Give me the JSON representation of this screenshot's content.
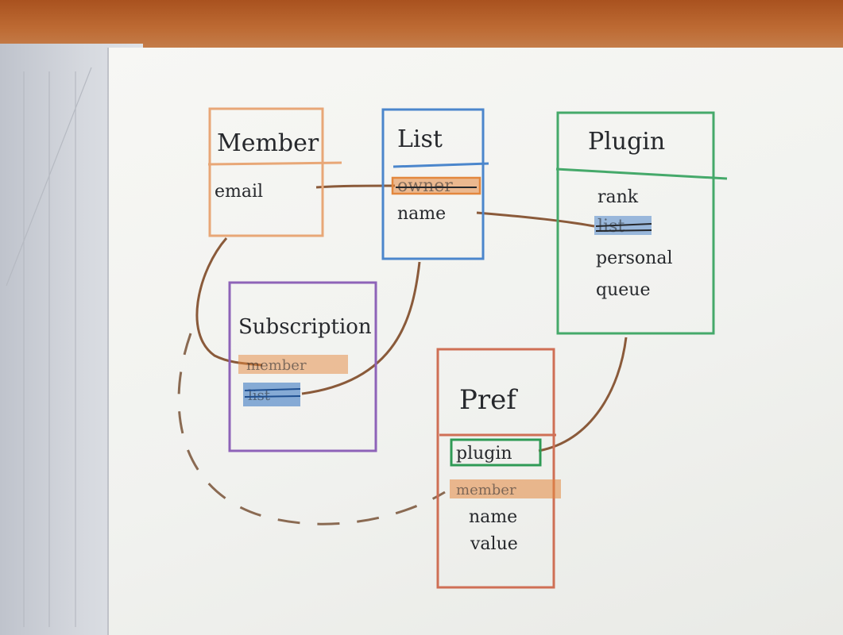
{
  "colors": {
    "member": "#e8a777",
    "list": "#4b86cc",
    "plugin": "#45a96a",
    "subscription": "#8e63b8",
    "pref": "#cf6f55",
    "relation": "#8a5a3a",
    "highlight_orange": "#e3873e",
    "highlight_blue": "#2d6fc0",
    "highlight_green": "#2f9a55",
    "ink": "#26282c"
  },
  "entities": {
    "member": {
      "title": "Member",
      "fields": [
        "email"
      ]
    },
    "list": {
      "title": "List",
      "fields": [
        "owner",
        "name"
      ]
    },
    "plugin": {
      "title": "Plugin",
      "fields": [
        "rank",
        "list",
        "personal",
        "queue"
      ]
    },
    "subscription": {
      "title": "Subscription",
      "fields": [
        "member",
        "list"
      ]
    },
    "pref": {
      "title": "Pref",
      "fields": [
        "plugin",
        "member",
        "name",
        "value"
      ]
    }
  }
}
